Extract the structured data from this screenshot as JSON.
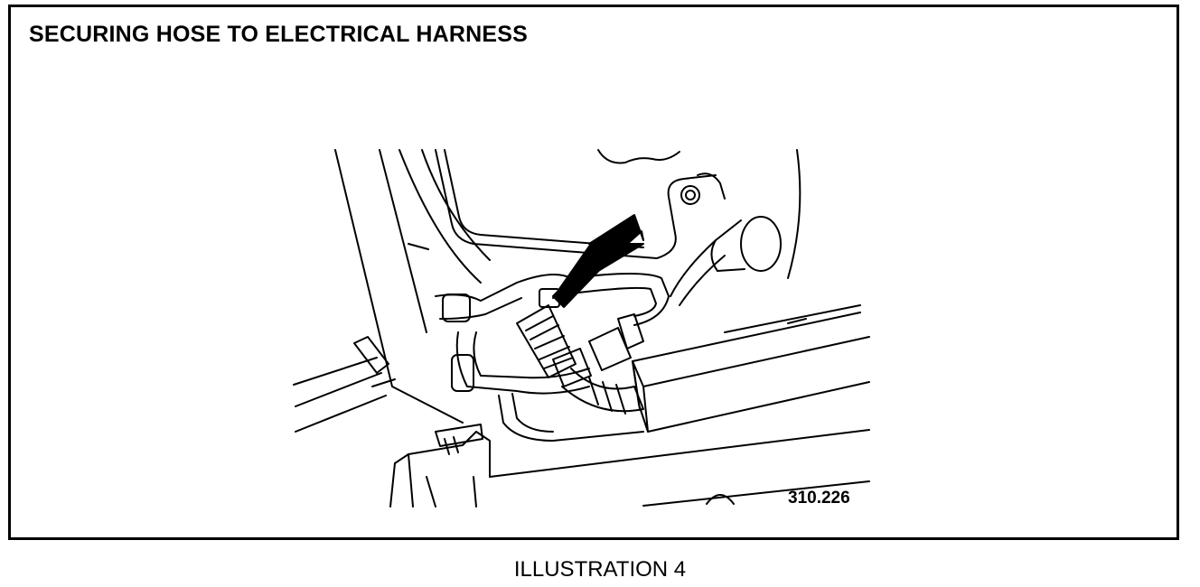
{
  "figure": {
    "title": "SECURING HOSE TO ELECTRICAL HARNESS",
    "figure_number": "310.226",
    "caption": "ILLUSTRATION 4"
  },
  "colors": {
    "line": "#000000",
    "background": "#ffffff"
  },
  "icons": {
    "pointer": "arrow-icon"
  }
}
